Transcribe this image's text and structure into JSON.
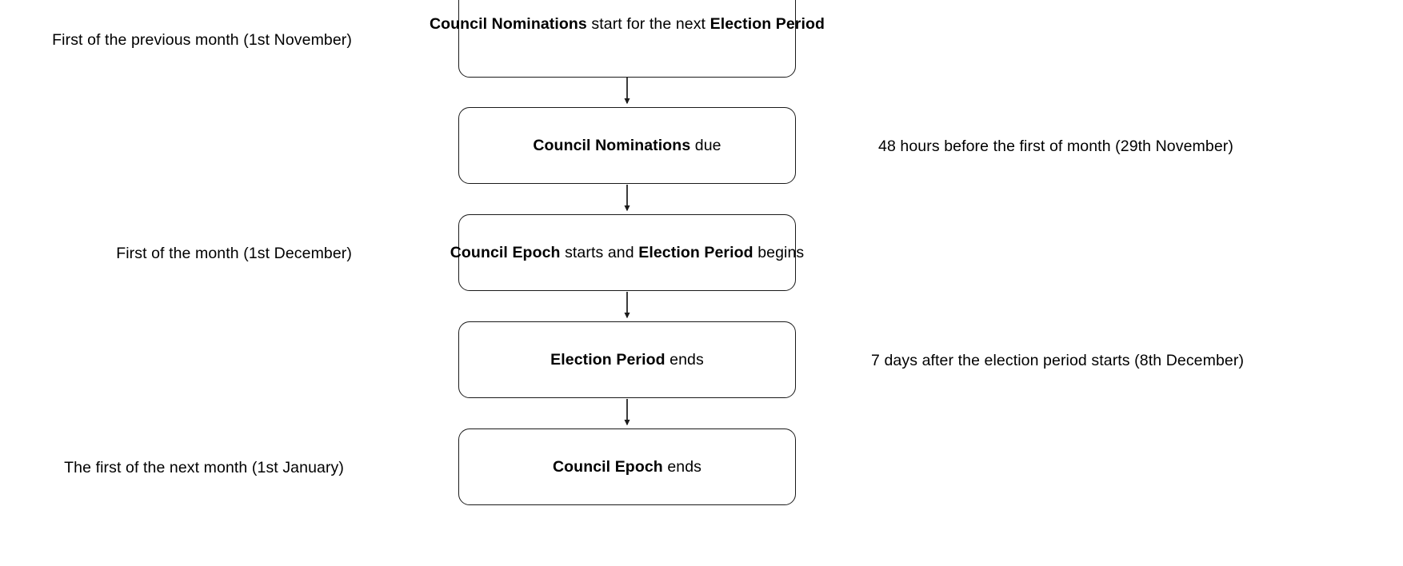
{
  "diagram": {
    "type": "flowchart",
    "orientation": "top-to-bottom",
    "title_visible": false,
    "colors": {
      "node_border": "#1a1a1a",
      "node_fill": "#ffffff",
      "edge": "#1a1a1a",
      "text": "#000000",
      "background": "#ffffff"
    },
    "nodes": [
      {
        "id": "node-1",
        "text_plain": "Council Nominations start for the next Election Period",
        "runs": [
          {
            "text": "Council Nominations",
            "bold": true
          },
          {
            "text": " start for the next ",
            "bold": false
          },
          {
            "text": "Election Period",
            "bold": true
          }
        ],
        "side_label": "First of the previous month (1st November)",
        "side_label_position": "left"
      },
      {
        "id": "node-2",
        "text_plain": "Council Nominations due",
        "runs": [
          {
            "text": "Council Nominations",
            "bold": true
          },
          {
            "text": " due",
            "bold": false
          }
        ],
        "side_label": "48 hours before the first of month (29th November)",
        "side_label_position": "right"
      },
      {
        "id": "node-3",
        "text_plain": "Council Epoch starts and Election Period begins",
        "runs": [
          {
            "text": "Council Epoch",
            "bold": true
          },
          {
            "text": " starts and ",
            "bold": false
          },
          {
            "text": "Election Period",
            "bold": true
          },
          {
            "text": " begins",
            "bold": false
          }
        ],
        "side_label": "First of the month (1st December)",
        "side_label_position": "left"
      },
      {
        "id": "node-4",
        "text_plain": "Election Period ends",
        "runs": [
          {
            "text": "Election Period",
            "bold": true
          },
          {
            "text": " ends",
            "bold": false
          }
        ],
        "side_label": "7 days after the election period starts (8th December)",
        "side_label_position": "right"
      },
      {
        "id": "node-5",
        "text_plain": "Council Epoch ends",
        "runs": [
          {
            "text": "Council Epoch",
            "bold": true
          },
          {
            "text": " ends",
            "bold": false
          }
        ],
        "side_label": "The first of the next month (1st January)",
        "side_label_position": "left"
      }
    ],
    "edges": [
      {
        "from": "node-1",
        "to": "node-2",
        "arrow": "down-arrow-icon"
      },
      {
        "from": "node-2",
        "to": "node-3",
        "arrow": "down-arrow-icon"
      },
      {
        "from": "node-3",
        "to": "node-4",
        "arrow": "down-arrow-icon"
      },
      {
        "from": "node-4",
        "to": "node-5",
        "arrow": "down-arrow-icon"
      }
    ]
  }
}
